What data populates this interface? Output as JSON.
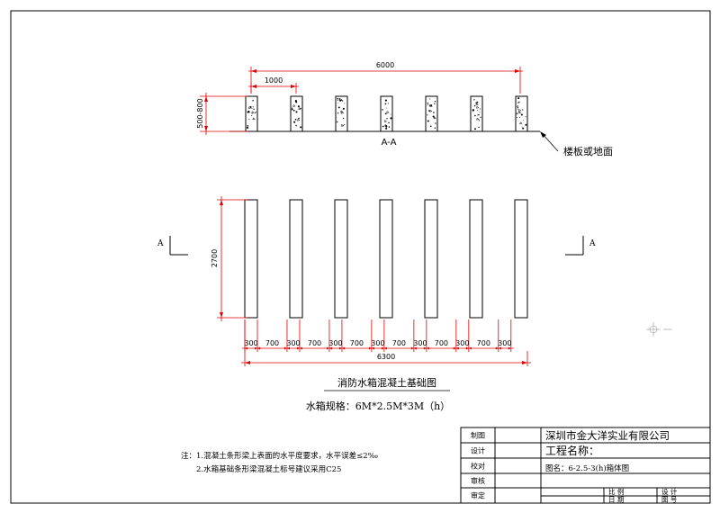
{
  "section": {
    "label": "A-A",
    "height_dim": "500-800",
    "spacing_dim": "1000",
    "total_dim": "6000",
    "floor_callout": "楼板或地面",
    "strip_count": 7
  },
  "plan": {
    "marker_left": "A",
    "marker_right": "A",
    "length_dim": "2700",
    "width_labels": [
      "300",
      "700",
      "300",
      "700",
      "300",
      "700",
      "300",
      "700",
      "300",
      "700",
      "300",
      "700",
      "300"
    ],
    "total_dim": "6300",
    "strip_count": 7
  },
  "titles": {
    "drawing_title": "消防水箱混凝土基础图",
    "spec": "水箱规格：6M*2.5M*3M（h）"
  },
  "notes": {
    "prefix": "注：",
    "line1": "1.混凝土条形梁上表面的水平度要求，水平误差≤2‰",
    "line2": "2.水箱基础条形梁混凝土标号建议采用C25"
  },
  "title_block": {
    "company": "深圳市金大洋实业有限公司",
    "project_label": "工程名称：",
    "drawing_name": "图名：6-2.5-3(h)箱体图",
    "roles": [
      "制图",
      "设计",
      "校对",
      "审核",
      "审定"
    ],
    "scale_label": "比 例",
    "design_label": "设 计",
    "date_label": "日 期",
    "number_label": "图 号"
  },
  "colors": {
    "dimension": "#e00000",
    "line": "#000000"
  }
}
